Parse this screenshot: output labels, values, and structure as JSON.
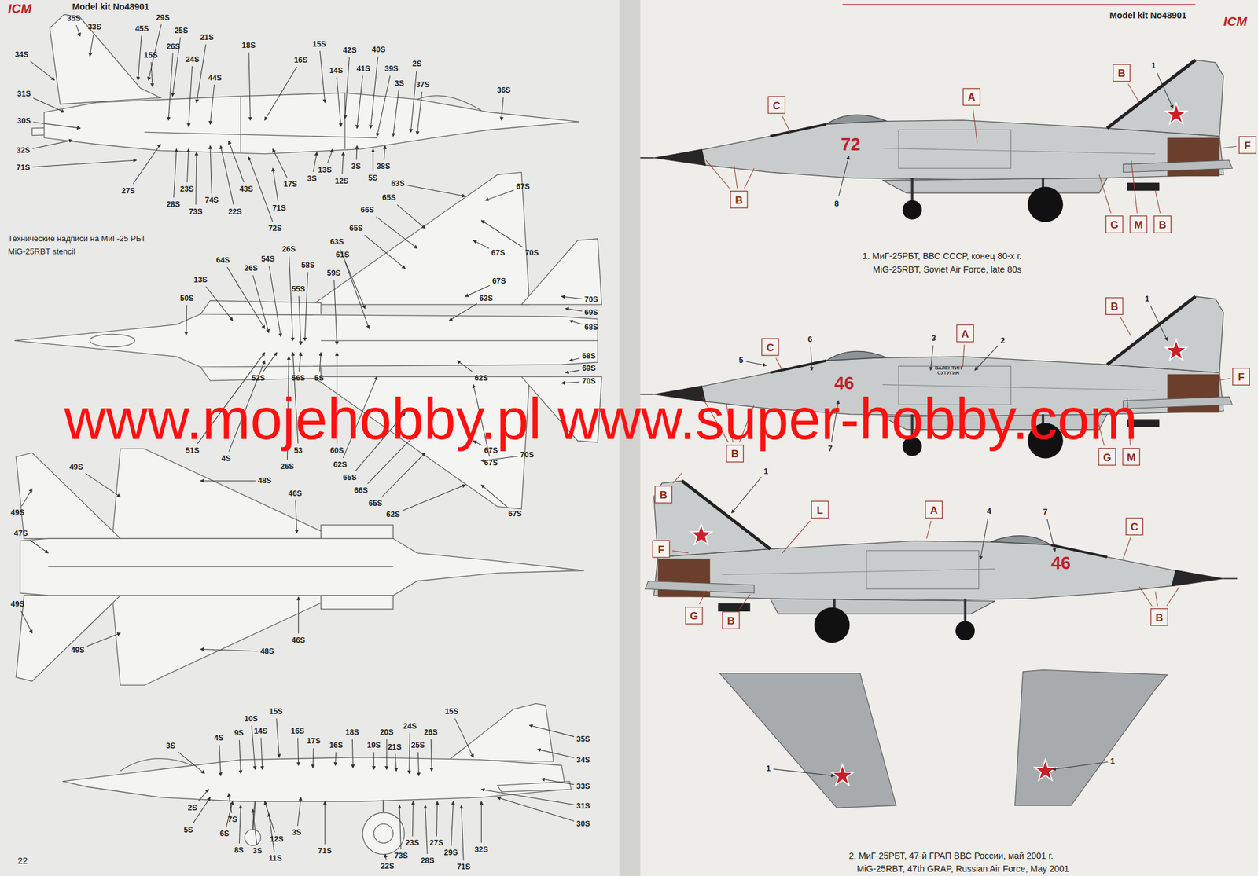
{
  "diagram": {
    "nodes": [
      {
        "text": [
          "C"
        ]
      },
      {
        "text": [
          "A"
        ]
      },
      {
        "text": [
          "B"
        ]
      },
      {
        "text": [
          "F"
        ]
      },
      {
        "text": [
          "B"
        ]
      },
      {
        "text": [
          "G"
        ]
      },
      {
        "text": [
          "M"
        ]
      },
      {
        "text": [
          "B"
        ]
      },
      {
        "text": [
          "B"
        ]
      },
      {
        "text": [
          "A"
        ]
      },
      {
        "text": [
          "C"
        ]
      },
      {
        "text": [
          "F"
        ]
      },
      {
        "text": [
          "B"
        ]
      },
      {
        "text": [
          "G"
        ]
      },
      {
        "text": [
          "M"
        ]
      },
      {
        "text": [
          "B"
        ]
      },
      {
        "text": [
          "L"
        ]
      },
      {
        "text": [
          "A"
        ]
      },
      {
        "text": [
          "C"
        ]
      },
      {
        "text": [
          "F"
        ]
      },
      {
        "text": [
          "G"
        ]
      },
      {
        "text": [
          "B"
        ]
      },
      {
        "text": [
          "B"
        ]
      }
    ],
    "labels": [
      "Model kit No48901",
      "ICM",
      "Model kit No48901",
      "ICM",
      "22",
      "Технические надписи на МиГ-25 РБТ",
      "MiG-25RBT stencil",
      "www.mojehobby.pl www.super-hobby.com",
      "1. МиГ-25РБТ, ВВС СССР, конец 80-х г.",
      "MiG-25RBT, Soviet Air Force, late 80s",
      "2. МиГ-25РБТ, 47-й ГРАП ВВС России, май 2001 г.",
      "MiG-25RBT, 47th GRAP, Russian Air Force, May 2001",
      "72",
      "46",
      "46",
      "ВАЛЕНТИН СУТУГИН",
      "1",
      "8",
      "1",
      "3",
      "2",
      "6",
      "5",
      "7",
      "1",
      "4",
      "7",
      "1",
      "1",
      "35S",
      "33S",
      "29S",
      "45S",
      "25S",
      "21S",
      "26S",
      "24S",
      "15S",
      "34S",
      "18S",
      "15S",
      "16S",
      "42S",
      "40S",
      "14S",
      "41S",
      "39S",
      "2S",
      "44S",
      "3S",
      "37S",
      "31S",
      "36S",
      "30S",
      "32S",
      "71S",
      "27S",
      "28S",
      "23S",
      "73S",
      "74S",
      "22S",
      "43S",
      "17S",
      "71S",
      "72S",
      "13S",
      "3S",
      "12S",
      "3S",
      "5S",
      "38S",
      "64S",
      "26S",
      "54S",
      "26S",
      "58S",
      "13S",
      "55S",
      "50S",
      "59S",
      "63S",
      "61S",
      "65S",
      "66S",
      "65S",
      "63S",
      "67S",
      "67S",
      "70S",
      "67S",
      "63S",
      "70S",
      "69S",
      "68S",
      "68S",
      "69S",
      "70S",
      "52S",
      "56S",
      "5S",
      "62S",
      "51S",
      "4S",
      "53",
      "60S",
      "26S",
      "62S",
      "65S",
      "66S",
      "65S",
      "62S",
      "67S",
      "67S",
      "70S",
      "67S",
      "49S",
      "48S",
      "49S",
      "47S",
      "46S",
      "49S",
      "46S",
      "49S",
      "48S",
      "10S",
      "15S",
      "15S",
      "4S",
      "9S",
      "14S",
      "16S",
      "17S",
      "18S",
      "16S",
      "20S",
      "19S",
      "24S",
      "21S",
      "25S",
      "26S",
      "3S",
      "35S",
      "34S",
      "33S",
      "31S",
      "30S",
      "2S",
      "7S",
      "5S",
      "6S",
      "12S",
      "3S",
      "3S",
      "8S",
      "11S",
      "71S",
      "22S",
      "73S",
      "23S",
      "27S",
      "28S",
      "29S",
      "71S",
      "32S"
    ]
  }
}
